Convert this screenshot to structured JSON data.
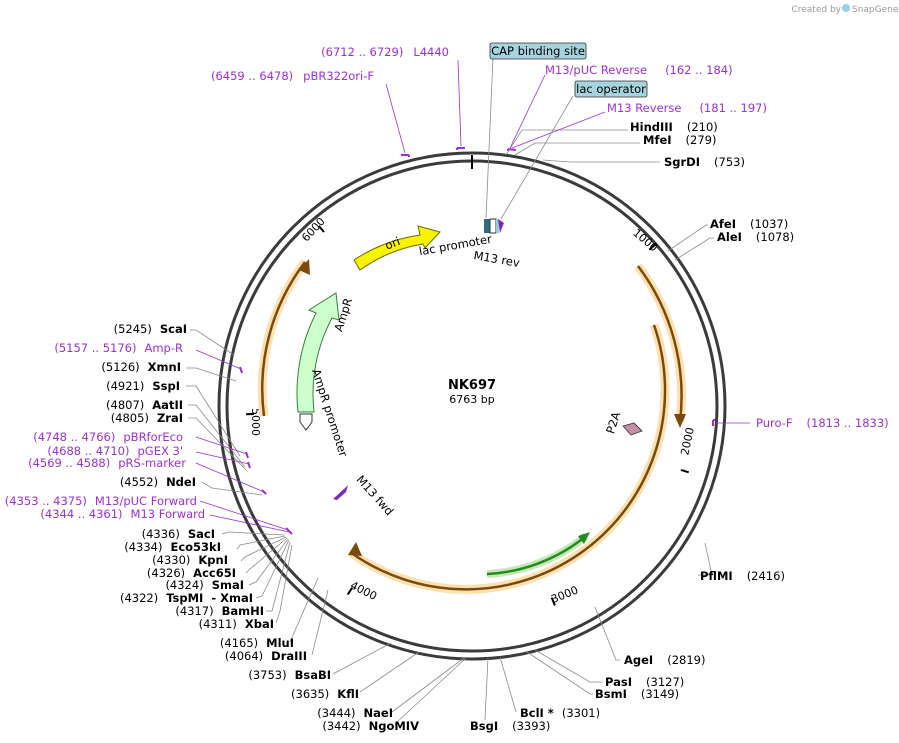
{
  "credit": {
    "text": "Created by",
    "brand": "SnapGene"
  },
  "plasmid": {
    "name": "NK697",
    "size_label": "6763 bp",
    "total_bp": 6763
  },
  "tick_labels": [
    "1000",
    "2000",
    "3000",
    "4000",
    "5000",
    "6000"
  ],
  "enzymes": [
    {
      "name": "HindIII",
      "pos": "(210)"
    },
    {
      "name": "MfeI",
      "pos": "(279)"
    },
    {
      "name": "SgrDI",
      "pos": "(753)"
    },
    {
      "name": "AfeI",
      "pos": "(1037)"
    },
    {
      "name": "AleI",
      "pos": "(1078)"
    },
    {
      "name": "PflMI",
      "pos": "(2416)"
    },
    {
      "name": "AgeI",
      "pos": "(2819)"
    },
    {
      "name": "PasI",
      "pos": "(3127)"
    },
    {
      "name": "BsmI",
      "pos": "(3149)"
    },
    {
      "name": "BclI *",
      "pos": "(3301)"
    },
    {
      "name": "BsgI",
      "pos": "(3393)"
    },
    {
      "name": "NaeI",
      "pos": "(3444)"
    },
    {
      "name": "NgoMIV",
      "pos": "(3442)"
    },
    {
      "name": "KflI",
      "pos": "(3635)"
    },
    {
      "name": "BsaBI",
      "pos": "(3753)"
    },
    {
      "name": "DraIII",
      "pos": "(4064)"
    },
    {
      "name": "MluI",
      "pos": "(4165)"
    },
    {
      "name": "XbaI",
      "pos": "(4311)"
    },
    {
      "name": "BamHI",
      "pos": "(4317)"
    },
    {
      "name": "TspMI",
      "pos": "(4322)",
      "extra": "- XmaI"
    },
    {
      "name": "SmaI",
      "pos": "(4324)"
    },
    {
      "name": "Acc65I",
      "pos": "(4326)"
    },
    {
      "name": "KpnI",
      "pos": "(4330)"
    },
    {
      "name": "Eco53kI",
      "pos": "(4334)"
    },
    {
      "name": "SacI",
      "pos": "(4336)"
    },
    {
      "name": "NdeI",
      "pos": "(4552)"
    },
    {
      "name": "ZraI",
      "pos": "(4805)"
    },
    {
      "name": "AatII",
      "pos": "(4807)"
    },
    {
      "name": "SspI",
      "pos": "(4921)"
    },
    {
      "name": "XmnI",
      "pos": "(5126)"
    },
    {
      "name": "ScaI",
      "pos": "(5245)"
    }
  ],
  "primers": [
    {
      "range": "(6712 .. 6729)",
      "name": "L4440"
    },
    {
      "range": "(6459 .. 6478)",
      "name": "pBR322ori-F"
    },
    {
      "range": "(162 .. 184)",
      "name": "M13/pUC Reverse"
    },
    {
      "range": "(181 .. 197)",
      "name": "M13 Reverse"
    },
    {
      "range": "(1813 .. 1833)",
      "name": "Puro-F"
    },
    {
      "range": "(5157 .. 5176)",
      "name": "Amp-R"
    },
    {
      "range": "(4748 .. 4766)",
      "name": "pBRforEco"
    },
    {
      "range": "(4688 .. 4710)",
      "name": "pGEX 3'"
    },
    {
      "range": "(4569 .. 4588)",
      "name": "pRS-marker"
    },
    {
      "range": "(4353 .. 4375)",
      "name": "M13/pUC Forward"
    },
    {
      "range": "(4344 .. 4361)",
      "name": "M13 Forward"
    }
  ],
  "boxed_labels": {
    "cap": "CAP binding site",
    "lac_op": "lac operator"
  },
  "features": {
    "ori": "ori",
    "ampr": "AmpR",
    "ampr_promoter": "AmpR promoter",
    "lac_promoter": "lac promoter",
    "m13_rev": "M13 rev",
    "m13_fwd": "M13 fwd",
    "p2a": "P2A"
  },
  "colors": {
    "primer": "#9b30d0",
    "ori": "#ffff00",
    "ampr": "#ccffcc",
    "orange": "#f5a623",
    "green": "#228b22",
    "cap": "#a7d3df",
    "p2a": "#c58fa6",
    "backbone": "#3b3b3b"
  }
}
